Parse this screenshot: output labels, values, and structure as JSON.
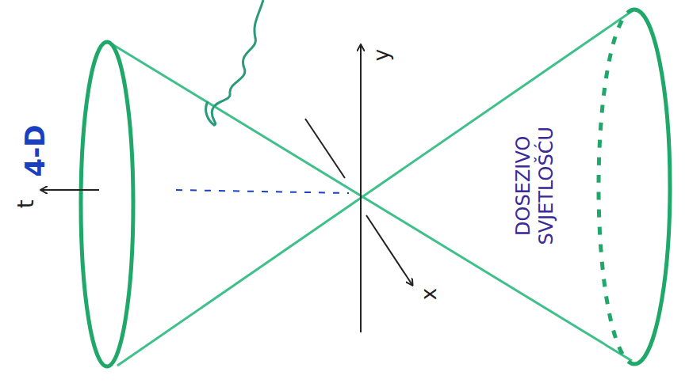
{
  "diagram": {
    "labels": [
      "4-D",
      "t",
      "y",
      "x",
      "DOSEZIVO SVJETLOŠĆU"
    ]
  }
}
